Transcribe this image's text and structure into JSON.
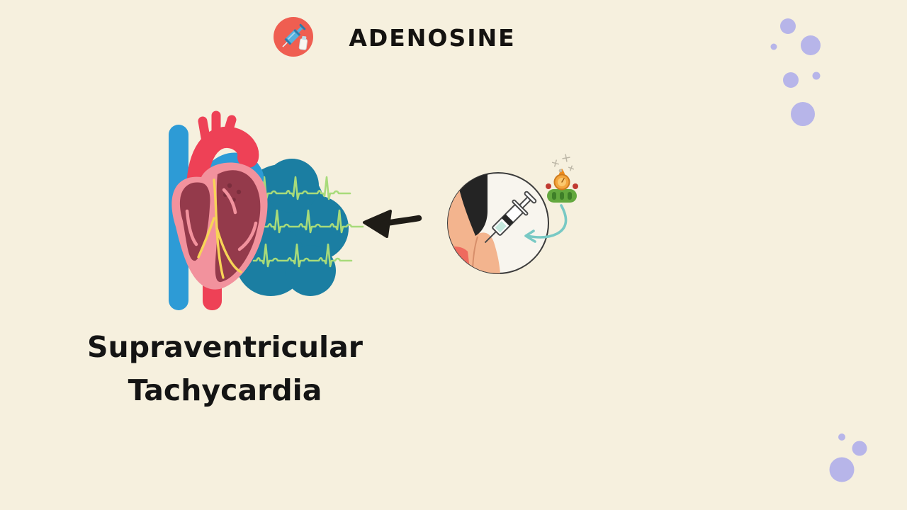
{
  "page": {
    "background_color": "#f6f0de"
  },
  "header": {
    "title": "ADENOSINE",
    "badge_icon": "syringe-badge-icon",
    "badge_color": "#ef5e51"
  },
  "caption": {
    "line1": "Supraventricular",
    "line2": "Tachycardia"
  },
  "colors": {
    "ecg_green": "#a8db7a",
    "blob_teal": "#1b7ea2",
    "heart_pink": "#f2929d",
    "heart_maroon": "#943a4b",
    "vessel_blue": "#2d9bd6",
    "vessel_red": "#ee4156",
    "conduction_yellow": "#f7d457",
    "arrow_black": "#1f1c17",
    "injection_arrow_teal": "#78c9c4",
    "decor_lavender": "#b7b5e9",
    "skin_peach": "#f3b48e",
    "shirt_red": "#ef6a5e",
    "vignette_bg": "#f8f5ee"
  },
  "icons": {
    "badge": "syringe-badge-icon",
    "heart": "heart-anatomy-illustration",
    "ecg": "svt-ecg-trace",
    "arrow": "arrow-left-icon",
    "injection": "arm-injection-vignette",
    "syringe": "syringe-icon",
    "timer": "stopwatch-flame-icon",
    "sparkles": "sparkles-icon",
    "dots": "decor-dots"
  }
}
